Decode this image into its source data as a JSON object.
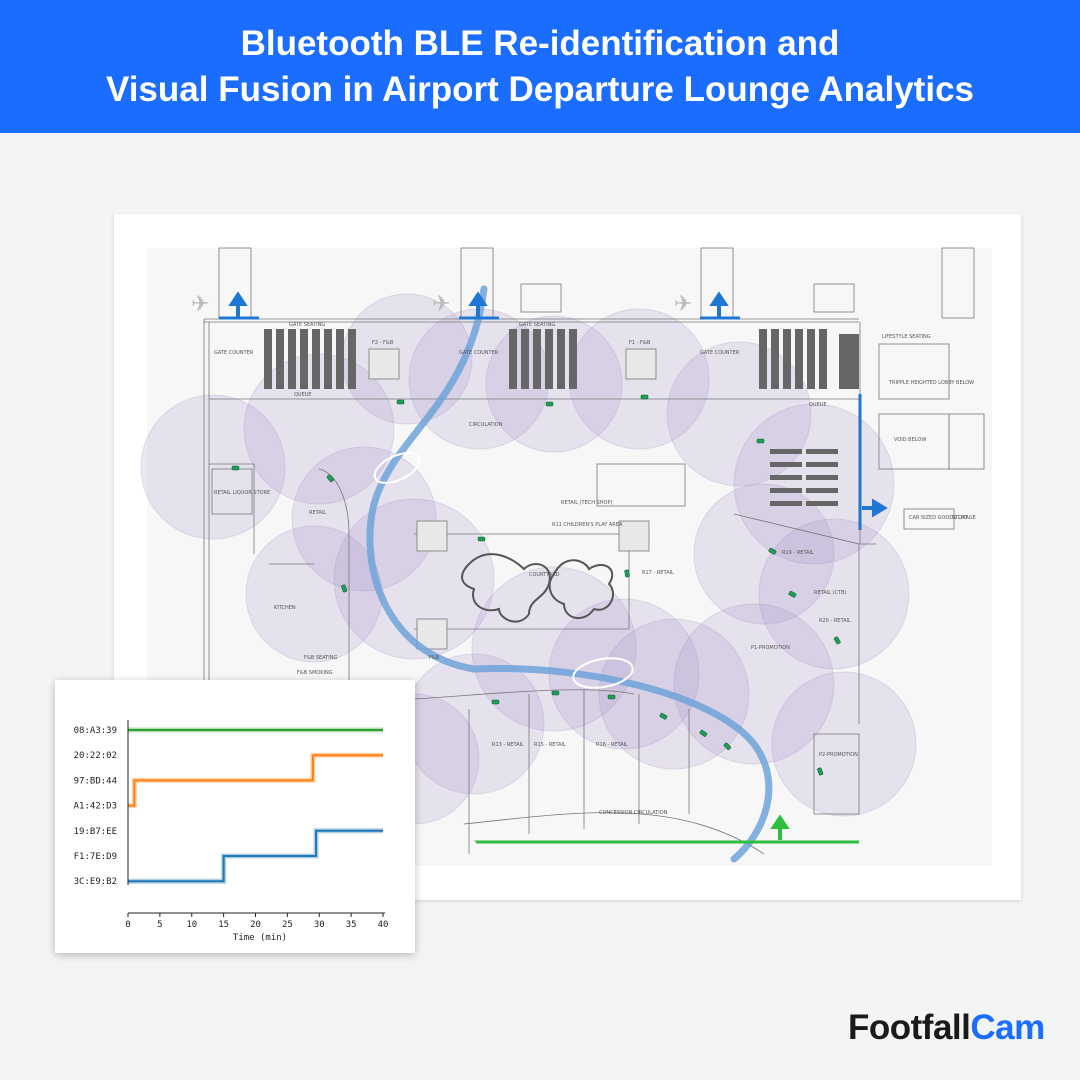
{
  "header": {
    "title_line1": "Bluetooth BLE Re-identification and",
    "title_line2": "Visual Fusion in Airport Departure Lounge Analytics",
    "background": "#1a6dff"
  },
  "floor_plan": {
    "labels": {
      "gate_counter": "GATE COUNTER",
      "gate_seating": "GATE SEATING",
      "queue": "QUEUE",
      "circulation": "CIRCULATION",
      "f2_fb": "F2 - F&B",
      "f1_fb": "F1 - F&B",
      "retail_liquor": "RETAIL LIQUOR STORE",
      "retail": "RETAIL",
      "kitchen": "KITCHEN",
      "fb_seating": "F&B SEATING",
      "fb": "F&B",
      "courtyard": "COURTYARD",
      "r17_retail": "R17 - RETAIL",
      "r13_retail": "R13 - RETAIL",
      "r11_play": "R11 CHILDREN'S PLAY AREA",
      "retail_tech": "RETAIL (TECH SHOP)",
      "retail_ctb": "RETAIL (CTB)",
      "r19_retail": "R19 - RETAIL",
      "r20_retail": "R20 - RETAIL",
      "r15_retail": "R15 - RETAIL",
      "r16_retail": "R16 - RETAIL",
      "p1_promotion": "P1-PROMOTION",
      "p2_promotion": "P2-PROMOTION",
      "concession_circulation": "CONCESSION CIRCULATION",
      "lifestyle_seating": "LIFESTYLE SEATING",
      "triple_lobby": "TRIPPLE HEIGHTED LOBBY BELOW",
      "void_below": "VOID BELOW",
      "car_lift": "CAR SIZED GOODS LIFT",
      "storage": "STORAGE",
      "smoking": "F&B SMOKING"
    },
    "colors": {
      "coverage": "#9a86c3",
      "trajectory": "#6ea3d9",
      "arrow_blue": "#1f77d4",
      "arrow_green": "#2fbf3f",
      "sensor": "#1e9e57"
    }
  },
  "chart_data": {
    "type": "line",
    "xlabel": "Time (min)",
    "xlim": [
      0,
      40
    ],
    "xticks": [
      0,
      5,
      10,
      15,
      20,
      25,
      30,
      35,
      40
    ],
    "yticks": [
      "08:A3:39",
      "20:22:02",
      "97:BD:44",
      "A1:42:D3",
      "19:B7:EE",
      "F1:7E:D9",
      "3C:E9:B2"
    ],
    "series": [
      {
        "color": "#2ca02c",
        "x": [
          0,
          40
        ],
        "y": [
          "08:A3:39",
          "08:A3:39"
        ]
      },
      {
        "color": "#ff7f0e",
        "x": [
          0,
          1,
          1,
          29,
          29,
          40
        ],
        "y": [
          "A1:42:D3",
          "A1:42:D3",
          "97:BD:44",
          "97:BD:44",
          "20:22:02",
          "20:22:02"
        ]
      },
      {
        "color": "#1f77b4",
        "x": [
          0,
          15,
          15,
          29.5,
          29.5,
          40
        ],
        "y": [
          "3C:E9:B2",
          "3C:E9:B2",
          "F1:7E:D9",
          "F1:7E:D9",
          "19:B7:EE",
          "19:B7:EE"
        ]
      }
    ]
  },
  "logo": {
    "part1": "Footfall",
    "part2": "Cam"
  }
}
